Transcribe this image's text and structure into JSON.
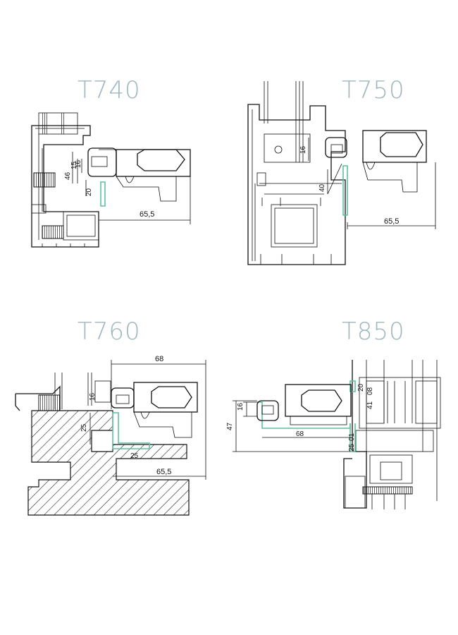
{
  "titles": {
    "t740": "T740",
    "t750": "T750",
    "t760": "T760",
    "t850": "T850"
  },
  "dimensions": {
    "t740": {
      "d1": "46",
      "d2": "15",
      "d3": "16",
      "d4": "20",
      "width": "65,5"
    },
    "t750": {
      "d1": "16",
      "d2": "40",
      "width": "65,5"
    },
    "t760": {
      "top": "68",
      "d1": "16",
      "d2": "25",
      "d3": "25",
      "width": "65,5"
    },
    "t850": {
      "d1": "16",
      "d2": "47",
      "width": "68",
      "d3": "20",
      "d4": "41",
      "d5": "08",
      "d6": "25",
      "d7": "01"
    }
  },
  "colors": {
    "title": "#9fb7bd",
    "accent": "#5fbf9f",
    "line": "#111111"
  }
}
